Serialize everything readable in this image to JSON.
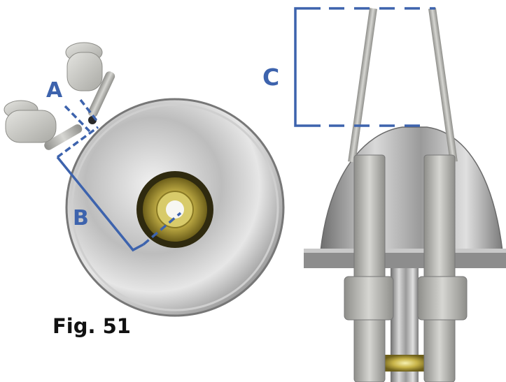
{
  "figure": {
    "caption": "Fig. 51",
    "dimensions": [
      {
        "letter": "A"
      },
      {
        "letter": "B"
      },
      {
        "letter": "C"
      }
    ],
    "colors": {
      "dimension_line": "#3d63ad",
      "steel_light": "#e8e8e8",
      "steel_dark": "#8a8a8a",
      "ceramic": "#c9c9c4",
      "brass": "#c9b54a"
    }
  }
}
